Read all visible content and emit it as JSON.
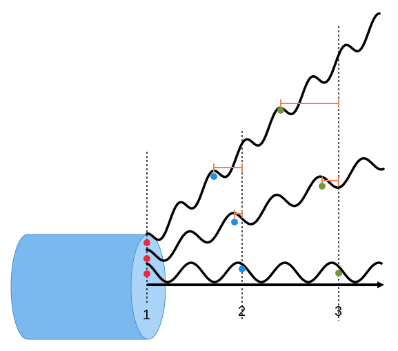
{
  "markers": [
    {
      "label": "1"
    },
    {
      "label": "2"
    },
    {
      "label": "3"
    }
  ],
  "colors": {
    "cylinder_fill": "#7ab8f0",
    "cylinder_face": "#a9d3f7",
    "cylinder_stroke": "#4a8fd0",
    "wave": "#000000",
    "dot_start": "#e8293c",
    "dot_mid": "#1e8ee8",
    "dot_end": "#6f9a3a",
    "offset_bracket": "#f08050"
  }
}
